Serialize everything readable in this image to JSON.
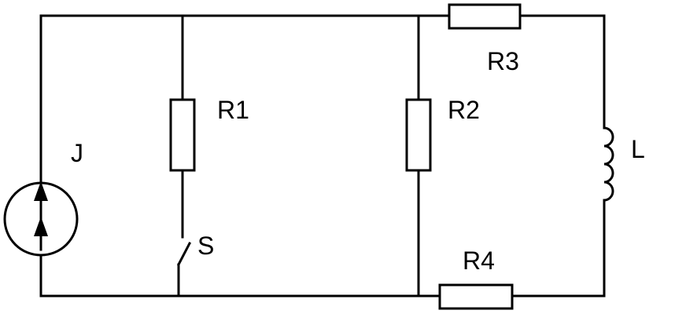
{
  "labels": {
    "current_source": "J",
    "r1": "R1",
    "r2": "R2",
    "r3": "R3",
    "r4": "R4",
    "inductor": "L",
    "switch": "S"
  },
  "colors": {
    "stroke": "#000000",
    "background": "#ffffff"
  }
}
